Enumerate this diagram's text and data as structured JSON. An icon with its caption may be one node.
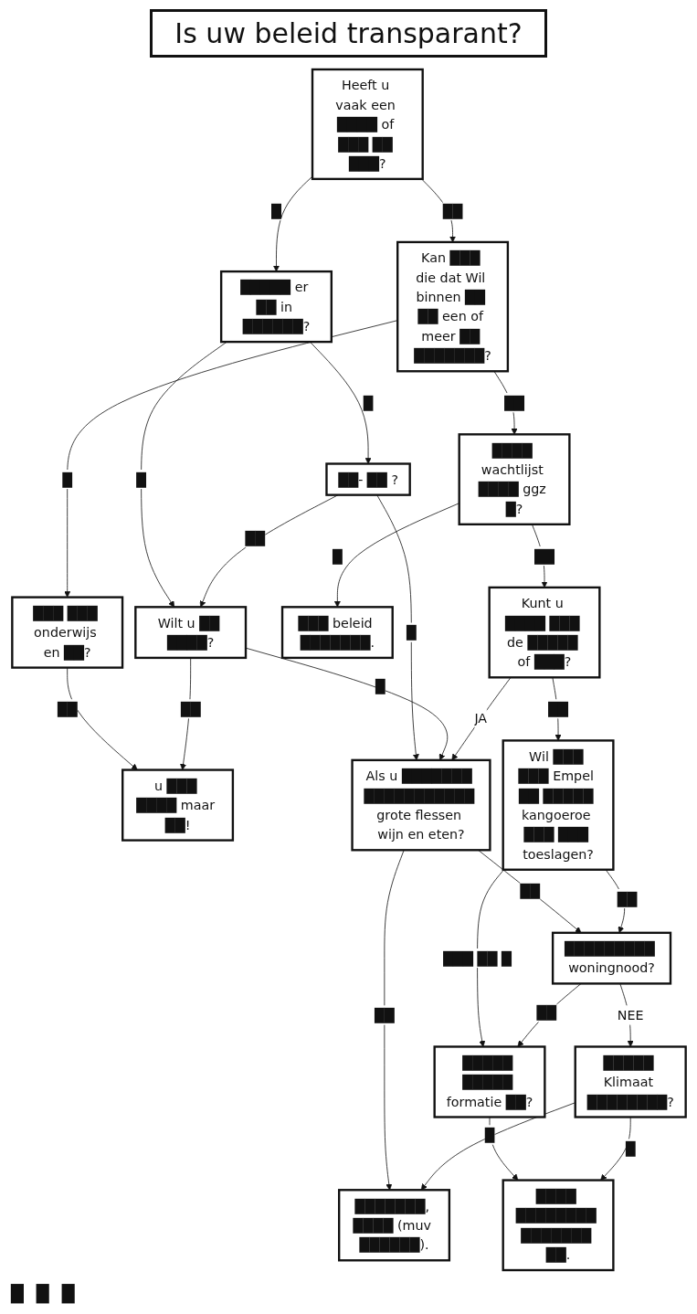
{
  "diagram": {
    "title": "Is uw beleid transparant?",
    "nodes": [
      {
        "text": [
          "Heeft u vaak een ████ of ███ ██ ███?"
        ]
      },
      {
        "text": [
          "█████ er ██ in ██████?"
        ]
      },
      {
        "text": [
          "██- ██ ?"
        ]
      },
      {
        "text": [
          "Kan ███ die dat Wil binnen ██ ██ een of meer ██ ███████?"
        ]
      },
      {
        "text": [
          "███ ███ onderwijs en ██?"
        ]
      },
      {
        "text": [
          "Wilt u ██ ████?"
        ]
      },
      {
        "text": [
          "u ███ ████ maar ██!"
        ]
      },
      {
        "text": [
          "███ beleid ███████."
        ]
      },
      {
        "text": [
          "████ wachtlijst ████ ggz █?"
        ]
      },
      {
        "text": [
          "Kunt u ████ ███ de █████ of ███?"
        ]
      },
      {
        "text": [
          "Als u ███████ ███████████ grote flessen wijn en eten?"
        ]
      },
      {
        "text": [
          "Wil ███ ███ Empel ██ █████ kangoeroe ███ ███ toeslagen?"
        ]
      },
      {
        "text": [
          "███████, ████ (muv ██████)."
        ]
      },
      {
        "text": [
          "█████ █████ formatie ██?"
        ]
      },
      {
        "text": [
          "█████████ woningnood?"
        ]
      },
      {
        "text": [
          "████ ████████ ███████ ██."
        ]
      },
      {
        "text": [
          "█████ Klimaat ████████?"
        ]
      }
    ],
    "edges": [
      {
        "from": 0,
        "to": 1,
        "arrow": "to",
        "label": "█"
      },
      {
        "from": 1,
        "to": 2,
        "arrow": "to",
        "label": "█"
      },
      {
        "from": 0,
        "to": 3,
        "arrow": "to",
        "label": "██"
      },
      {
        "from": 1,
        "to": 5,
        "arrow": "to",
        "label": "█"
      },
      {
        "from": 2,
        "to": 5,
        "arrow": "to",
        "label": "██"
      },
      {
        "from": 2,
        "to": 10,
        "arrow": "to",
        "label": "█"
      },
      {
        "from": 3,
        "to": 4,
        "arrow": "to",
        "label": "█"
      },
      {
        "from": 4,
        "to": 6,
        "arrow": "to",
        "label": "██"
      },
      {
        "from": 5,
        "to": 6,
        "arrow": "to",
        "label": "██"
      },
      {
        "from": 5,
        "to": 10,
        "arrow": "to",
        "label": "█"
      },
      {
        "from": 3,
        "to": 8,
        "arrow": "to",
        "label": "██"
      },
      {
        "from": 8,
        "to": 7,
        "arrow": "to",
        "label": "█"
      },
      {
        "from": 8,
        "to": 9,
        "arrow": "to",
        "label": "██"
      },
      {
        "from": 9,
        "to": 10,
        "arrow": "to",
        "label": "JA"
      },
      {
        "from": 9,
        "to": 11,
        "arrow": "to",
        "label": "██"
      },
      {
        "from": 10,
        "to": 12,
        "arrow": "to",
        "label": "██"
      },
      {
        "from": 10,
        "to": 14,
        "arrow": "to",
        "label": "██"
      },
      {
        "from": 11,
        "to": 13,
        "arrow": "to",
        "label": "███ ██ █"
      },
      {
        "from": 11,
        "to": 14,
        "arrow": "to",
        "label": "██"
      },
      {
        "from": 14,
        "to": 13,
        "arrow": "to",
        "label": "██"
      },
      {
        "from": 14,
        "to": 16,
        "arrow": "to",
        "label": "NEE"
      },
      {
        "from": 13,
        "to": 15,
        "arrow": "to"
      },
      {
        "from": 16,
        "to": 15,
        "arrow": "to",
        "label": "█"
      },
      {
        "from": 16,
        "to": 12,
        "arrow": "to",
        "label": "█"
      }
    ],
    "labels": [
      "█",
      "█",
      "█"
    ]
  }
}
